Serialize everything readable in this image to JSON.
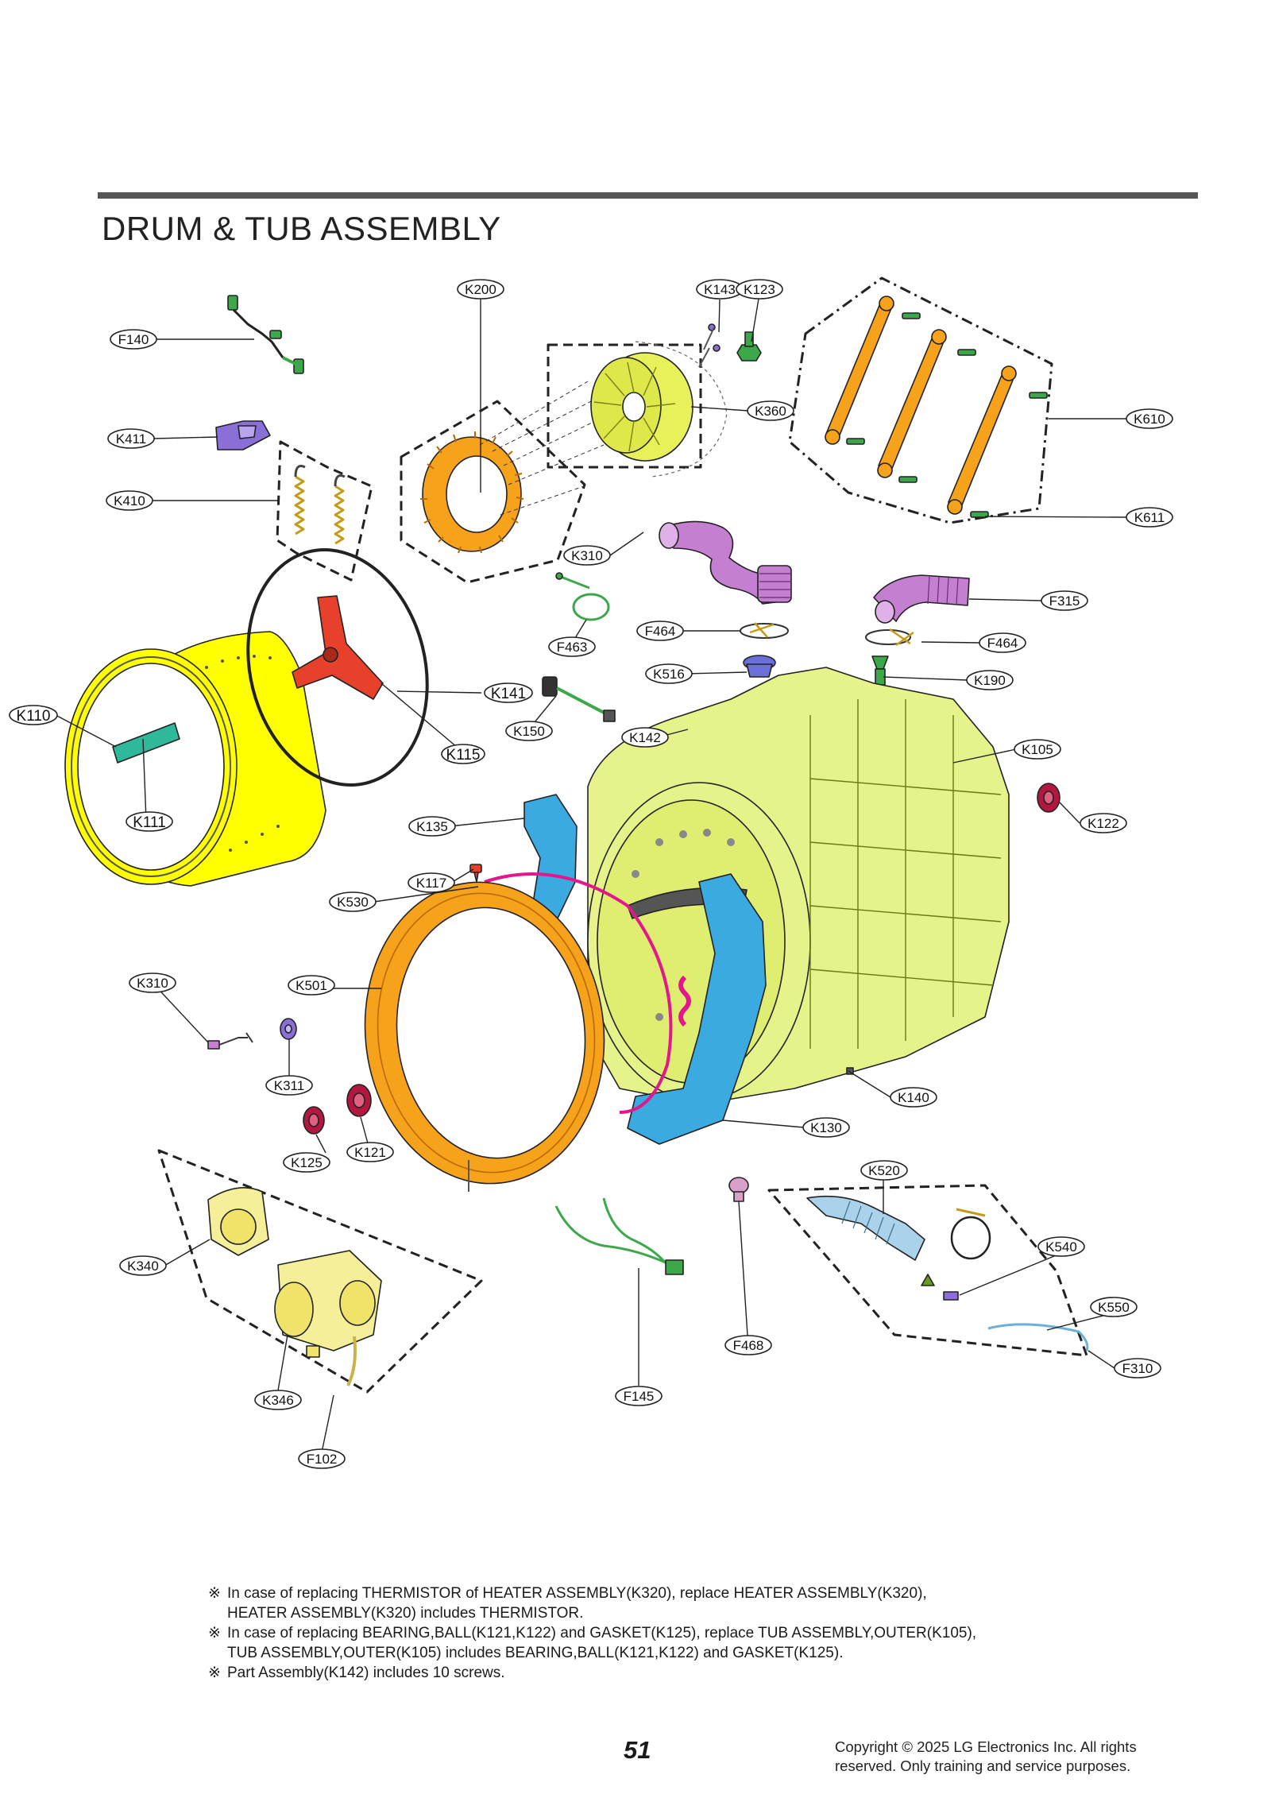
{
  "header": {
    "title": "DRUM & TUB ASSEMBLY"
  },
  "labels": {
    "F140": "F140",
    "K411": "K411",
    "K410": "K410",
    "K200": "K200",
    "K143": "K143",
    "K123": "K123",
    "K360": "K360",
    "K610": "K610",
    "K611": "K611",
    "K310_top": "K310",
    "F315": "F315",
    "F463": "F463",
    "F464_a": "F464",
    "F464_b": "F464",
    "K516": "K516",
    "K190": "K190",
    "K141": "K141",
    "K110": "K110",
    "K115": "K115",
    "K150": "K150",
    "K142": "K142",
    "K105": "K105",
    "K111": "K111",
    "K135": "K135",
    "K122": "K122",
    "K117": "K117",
    "K530": "K530",
    "K310_left": "K310",
    "K501": "K501",
    "K311": "K311",
    "K140": "K140",
    "K130": "K130",
    "K125": "K125",
    "K121": "K121",
    "K520": "K520",
    "K340": "K340",
    "K540": "K540",
    "K550": "K550",
    "F468": "F468",
    "F310": "F310",
    "K346": "K346",
    "F145": "F145",
    "F102": "F102"
  },
  "notes": [
    {
      "mark": "※",
      "lines": [
        "In case of replacing THERMISTOR of HEATER ASSEMBLY(K320), replace HEATER ASSEMBLY(K320),",
        "HEATER ASSEMBLY(K320) includes THERMISTOR."
      ]
    },
    {
      "mark": "※",
      "lines": [
        "In case of replacing BEARING,BALL(K121,K122) and GASKET(K125), replace TUB ASSEMBLY,OUTER(K105),",
        "TUB ASSEMBLY,OUTER(K105) includes BEARING,BALL(K121,K122) and GASKET(K125)."
      ]
    },
    {
      "mark": "※",
      "lines": [
        "Part Assembly(K142) includes 10 screws."
      ]
    }
  ],
  "footer": {
    "page_number": "51",
    "copyright_line1": "Copyright © 2025 LG Electronics Inc. All rights",
    "copyright_line2": "reserved. Only training and service purposes."
  },
  "colors": {
    "drum": "#ffff00",
    "tub": "#e6f28a",
    "rotor": "#e8f05a",
    "orange": "#f7a21b",
    "blue": "#3aaae0",
    "purple": "#c47fd0",
    "violet": "#8a6fd6",
    "red": "#e8412b",
    "green": "#3da84a",
    "pink": "#e3178c",
    "maroon": "#b3163f",
    "pale_yellow": "#f6ef9a"
  }
}
